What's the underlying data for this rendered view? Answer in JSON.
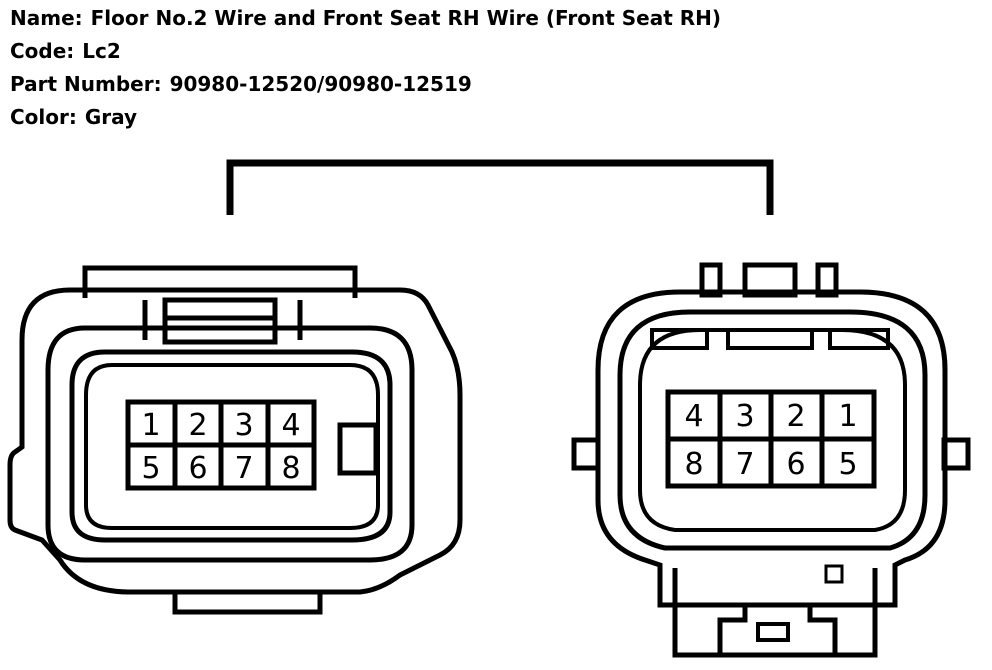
{
  "info": {
    "name_label": "Name:",
    "name_value": "Floor No.2 Wire and Front Seat RH Wire (Front Seat RH)",
    "code_label": "Code:",
    "code_value": "Lc2",
    "part_label": "Part Number:",
    "part_value": "90980-12520/90980-12519",
    "color_label": "Color:",
    "color_value": "Gray"
  },
  "connector_left": {
    "pins_top": [
      "1",
      "2",
      "3",
      "4"
    ],
    "pins_bottom": [
      "5",
      "6",
      "7",
      "8"
    ]
  },
  "connector_right": {
    "pins_top": [
      "4",
      "3",
      "2",
      "1"
    ],
    "pins_bottom": [
      "8",
      "7",
      "6",
      "5"
    ]
  }
}
